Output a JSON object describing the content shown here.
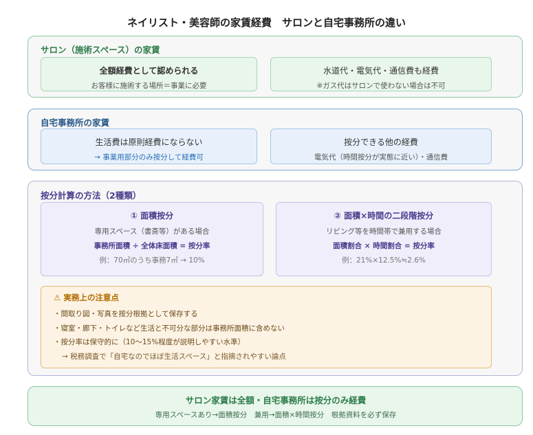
{
  "title": "ネイリスト・美容師の家賃経費　サロンと自宅事務所の違い",
  "salon": {
    "title": "サロン（施術スペース）の家賃",
    "cards": [
      {
        "heading": "全額経費として認められる",
        "sub": "お客様に施術する場所＝事業に必要"
      },
      {
        "heading": "水道代・電気代・通信費も経費",
        "sub": "※ガス代はサロンで使わない場合は不可"
      }
    ]
  },
  "home": {
    "title": "自宅事務所の家賃",
    "cards": [
      {
        "heading": "生活費は原則経費にならない",
        "sub": "→ 事業用部分のみ按分して経費可"
      },
      {
        "heading": "按分できる他の経費",
        "sub": "電気代（時間按分が実態に近い）・通信費"
      }
    ]
  },
  "calc": {
    "title": "按分計算の方法（2種類）",
    "methods": [
      {
        "heading": "① 面積按分",
        "case": "専用スペース（書斎等）がある場合",
        "formula": "事務所面積 ÷ 全体床面積 = 按分率",
        "example": "例：70㎡のうち事務7㎡ → 10%"
      },
      {
        "heading": "② 面積×時間の二段階按分",
        "case": "リビング等を時間帯で兼用する場合",
        "formula": "面積割合 × 時間割合 = 按分率",
        "example": "例：21%×12.5%≒2.6%"
      }
    ],
    "notes": {
      "title": "⚠ 実務上の注意点",
      "lines": [
        "・間取り図・写真を按分根拠として保存する",
        "・寝室・廊下・トイレなど生活と不可分な部分は事務所面積に含めない",
        "・按分率は保守的に（10〜15%程度が説明しやすい水準）",
        "→ 税務調査で「自宅なのでほぼ生活スペース」と指摘されやすい論点"
      ]
    }
  },
  "summary": {
    "heading": "サロン家賃は全額・自宅事務所は按分のみ経費",
    "sub": "専用スペースあり→面積按分　兼用→面積×時間按分　根拠資料を必ず保存"
  }
}
